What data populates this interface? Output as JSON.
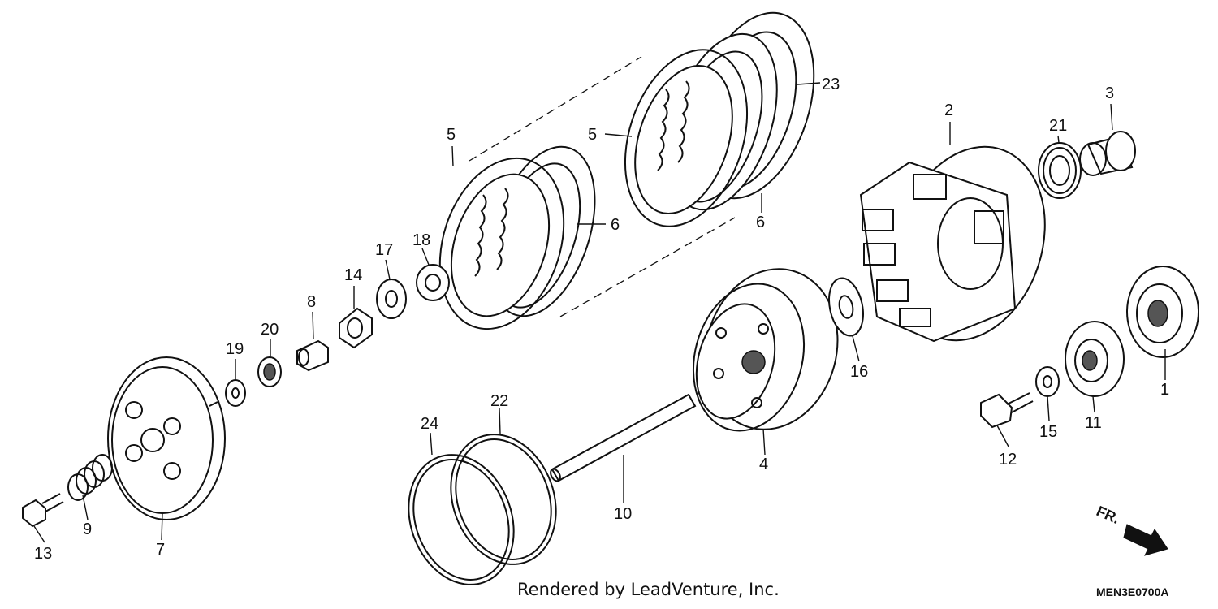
{
  "diagram": {
    "callouts": [
      {
        "id": "p1",
        "text": "1"
      },
      {
        "id": "p2",
        "text": "2"
      },
      {
        "id": "p3",
        "text": "3"
      },
      {
        "id": "p4",
        "text": "4"
      },
      {
        "id": "p5a",
        "text": "5"
      },
      {
        "id": "p5b",
        "text": "5"
      },
      {
        "id": "p6a",
        "text": "6"
      },
      {
        "id": "p6b",
        "text": "6"
      },
      {
        "id": "p7",
        "text": "7"
      },
      {
        "id": "p8",
        "text": "8"
      },
      {
        "id": "p9",
        "text": "9"
      },
      {
        "id": "p10",
        "text": "10"
      },
      {
        "id": "p11",
        "text": "11"
      },
      {
        "id": "p12",
        "text": "12"
      },
      {
        "id": "p13",
        "text": "13"
      },
      {
        "id": "p14",
        "text": "14"
      },
      {
        "id": "p15",
        "text": "15"
      },
      {
        "id": "p16",
        "text": "16"
      },
      {
        "id": "p17",
        "text": "17"
      },
      {
        "id": "p18",
        "text": "18"
      },
      {
        "id": "p19",
        "text": "19"
      },
      {
        "id": "p20",
        "text": "20"
      },
      {
        "id": "p21",
        "text": "21"
      },
      {
        "id": "p22",
        "text": "22"
      },
      {
        "id": "p23",
        "text": "23"
      },
      {
        "id": "p24",
        "text": "24"
      }
    ],
    "front_arrow_label": "FR.",
    "footer_credit": "Rendered by LeadVenture, Inc.",
    "diagram_code": "MEN3E0700A"
  }
}
